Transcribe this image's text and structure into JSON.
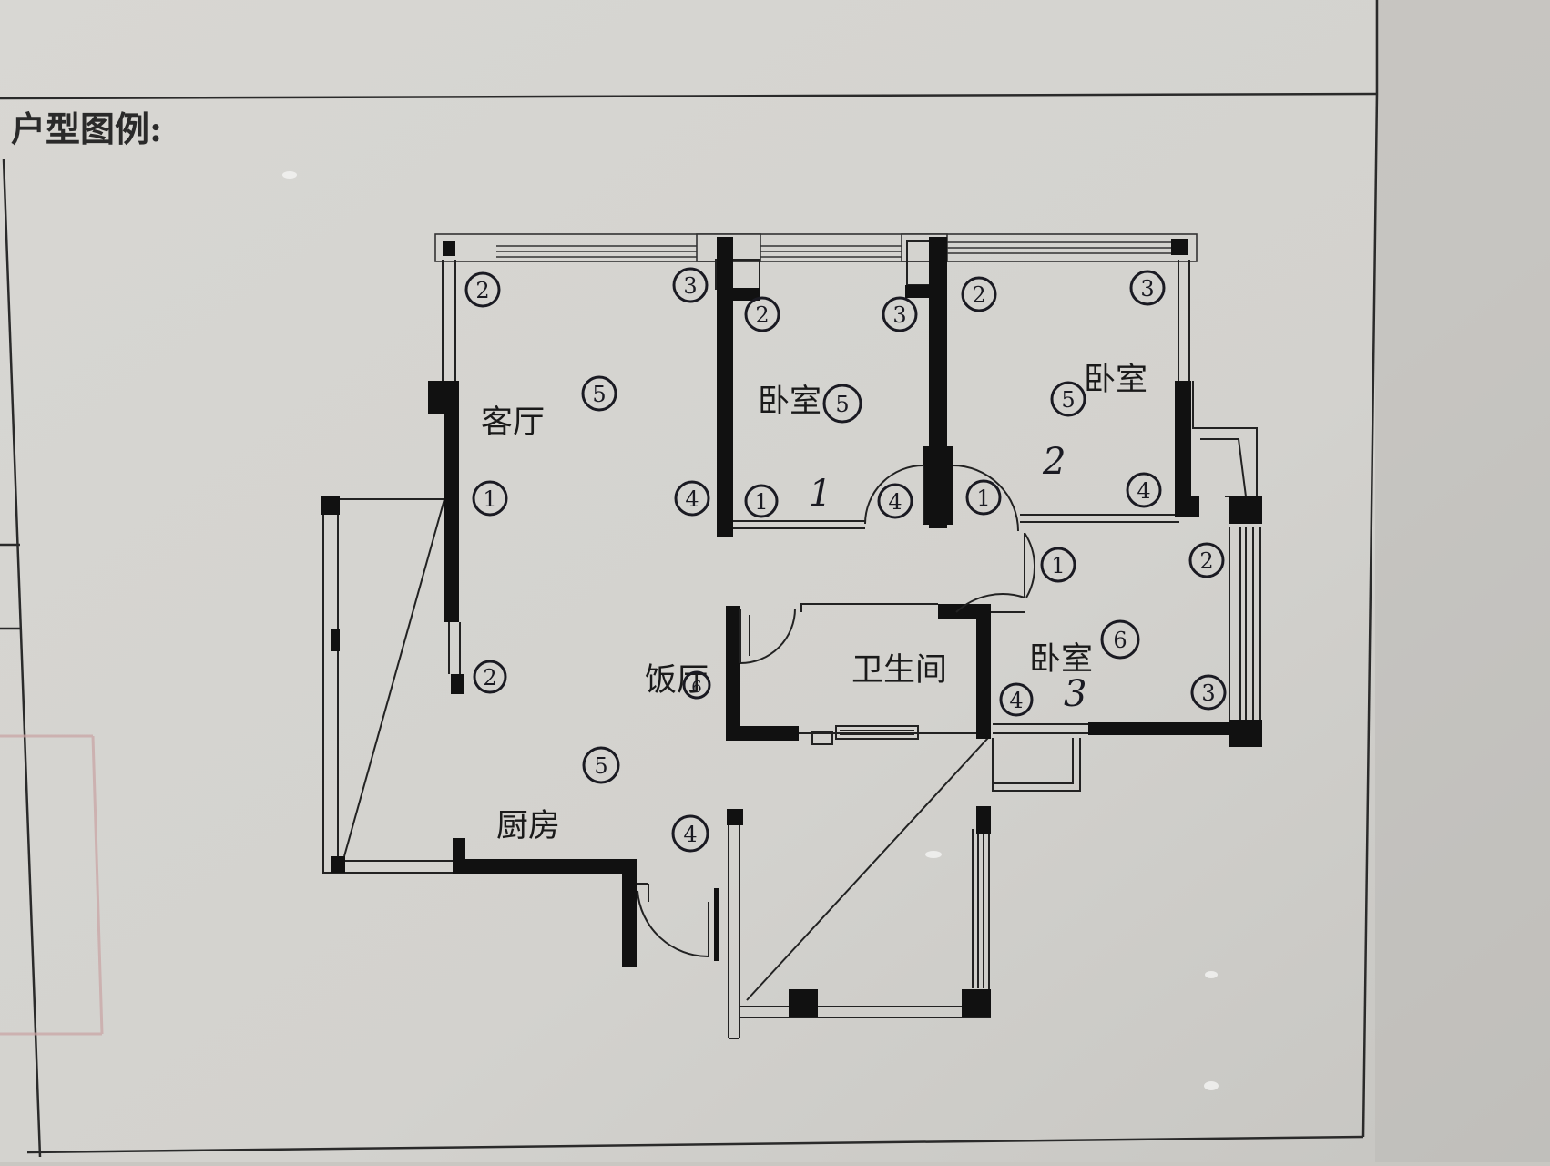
{
  "sheet": {
    "heading": "户型图例:"
  },
  "rooms": {
    "living": "客厅",
    "bedroom_a": "卧室",
    "bedroom_b": "卧室",
    "bedroom_c": "卧室",
    "bathroom": "卫生间",
    "dining": "饭厅",
    "kitchen": "厨房"
  },
  "handwritten": {
    "room_numbers": [
      "1",
      "2",
      "3"
    ],
    "circled_marks": [
      "2",
      "3",
      "5",
      "1",
      "4",
      "2",
      "5",
      "4",
      "2",
      "3",
      "5",
      "1",
      "4",
      "2",
      "5",
      "1",
      "3",
      "4",
      "1",
      "2",
      "6",
      "3",
      "4",
      "6"
    ]
  },
  "colors": {
    "paper": "#d7d6d2",
    "ink": "#111111",
    "pen": "#1a1a22",
    "stamp": "#c9a3a3"
  }
}
